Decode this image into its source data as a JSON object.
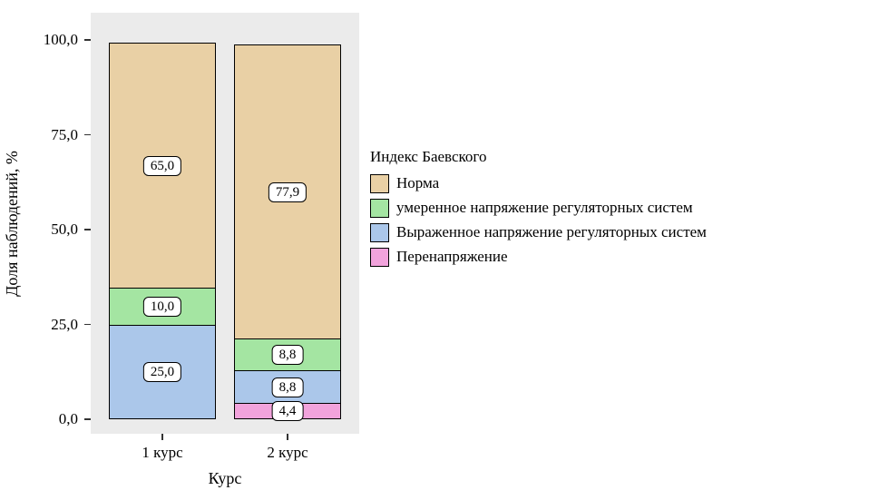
{
  "chart_data": {
    "type": "bar",
    "stacked": true,
    "orientation": "vertical",
    "title": "",
    "xlabel": "Курс",
    "ylabel": "Доля наблюдений, %",
    "ylim": [
      0,
      100
    ],
    "grid": false,
    "panel_background": "#EBEBEB",
    "legend_position": "right",
    "legend_title": "Индекс Баевского",
    "categories": [
      "1 курс",
      "2 курс"
    ],
    "y_ticks": [
      {
        "label": "0,0",
        "value": 0
      },
      {
        "label": "25,0",
        "value": 25
      },
      {
        "label": "50,0",
        "value": 50
      },
      {
        "label": "75,0",
        "value": 75
      },
      {
        "label": "100,0",
        "value": 100
      }
    ],
    "series": [
      {
        "name": "Норма",
        "color": "#E9D0A5",
        "values": [
          65.0,
          77.9
        ],
        "labels": [
          "65,0",
          "77,9"
        ]
      },
      {
        "name": "умеренное напряжение регуляторных систем",
        "color": "#A4E5A2",
        "values": [
          10.0,
          8.8
        ],
        "labels": [
          "10,0",
          "8,8"
        ]
      },
      {
        "name": "Выраженное напряжение регуляторных систем",
        "color": "#ABC7EA",
        "values": [
          25.0,
          8.8
        ],
        "labels": [
          "25,0",
          "8,8"
        ]
      },
      {
        "name": "Перенапряжение",
        "color": "#F2A3DC",
        "values": [
          0,
          4.4
        ],
        "labels": [
          null,
          "4,4"
        ]
      }
    ]
  }
}
